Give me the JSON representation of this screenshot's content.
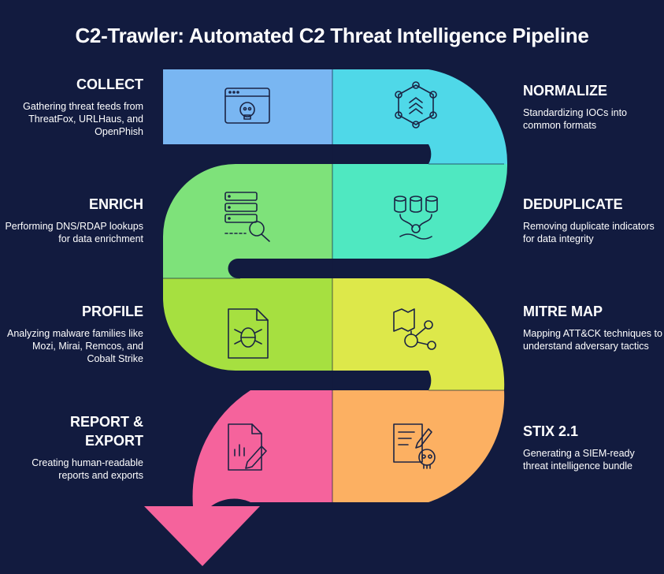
{
  "title": "C2-Trawler: Automated C2 Threat Intelligence Pipeline",
  "stages": [
    {
      "title": "COLLECT",
      "description": "Gathering threat feeds from ThreatFox, URLHaus, and OpenPhish",
      "icon": "browser-skull-icon",
      "color": "#79b6f2"
    },
    {
      "title": "NORMALIZE",
      "description": "Standardizing IOCs into common formats",
      "icon": "network-nodes-icon",
      "color": "#4fd8e8"
    },
    {
      "title": "DEDUPLICATE",
      "description": "Removing duplicate indicators for data integrity",
      "icon": "database-merge-icon",
      "color": "#4fe8c1"
    },
    {
      "title": "ENRICH",
      "description": "Performing DNS/RDAP lookups for data enrichment",
      "icon": "server-search-icon",
      "color": "#7ee27a"
    },
    {
      "title": "PROFILE",
      "description": "Analyzing malware families like Mozi, Mirai, Remcos, and Cobalt Strike",
      "icon": "file-bug-icon",
      "color": "#a6e040"
    },
    {
      "title": "MITRE MAP",
      "description": "Mapping ATT&CK techniques to understand adversary tactics",
      "icon": "book-network-icon",
      "color": "#dde84a"
    },
    {
      "title": "STIX 2.1",
      "description": "Generating a SIEM-ready threat intelligence bundle",
      "icon": "document-skull-icon",
      "color": "#fcb062"
    },
    {
      "title": "REPORT & EXPORT",
      "description": "Creating human-readable reports and exports",
      "icon": "chart-document-icon",
      "color": "#f5639c"
    }
  ]
}
